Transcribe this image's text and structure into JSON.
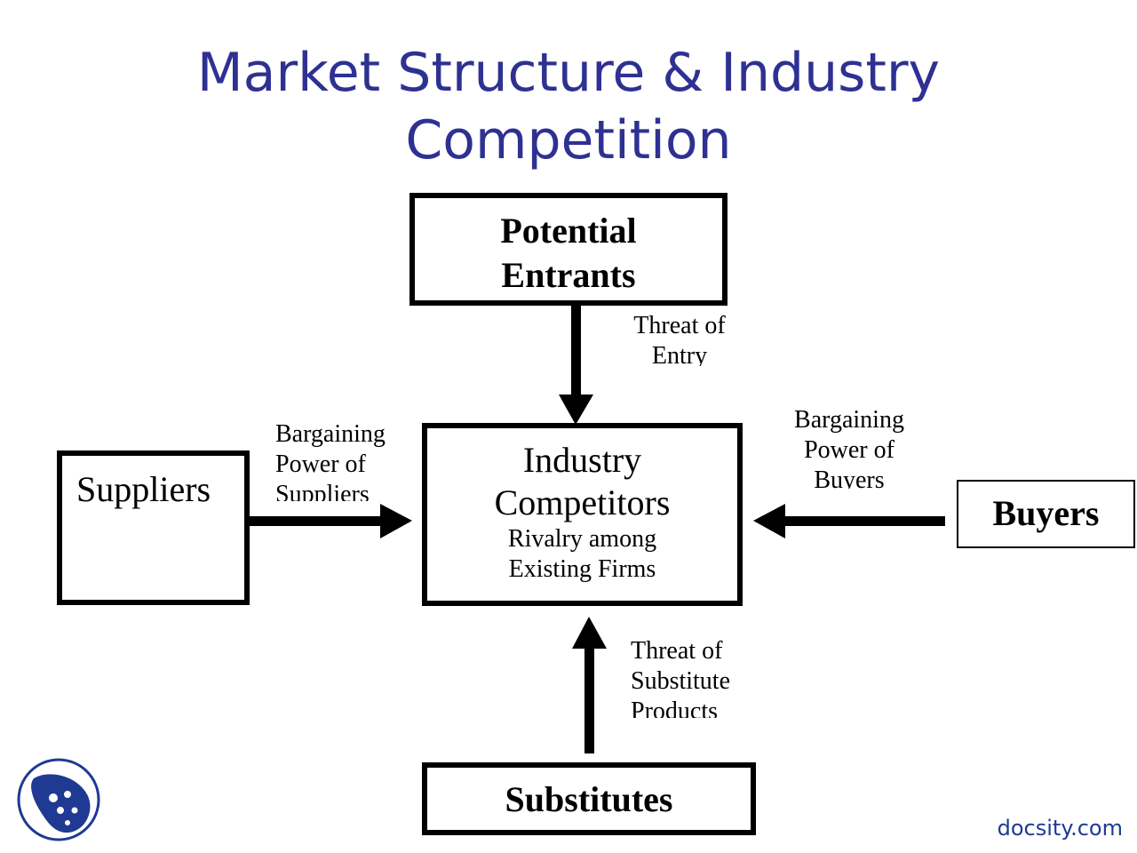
{
  "title": {
    "line1": "Market Structure & Industry",
    "line2": "Competition"
  },
  "boxes": {
    "potential_entrants": {
      "line1": "Potential",
      "line2": "Entrants"
    },
    "industry_competitors": {
      "line1": "Industry",
      "line2": "Competitors",
      "line3": "Rivalry among",
      "line4": "Existing Firms"
    },
    "suppliers": {
      "label": "Suppliers"
    },
    "buyers": {
      "label": "Buyers"
    },
    "substitutes": {
      "label": "Substitutes"
    }
  },
  "forces": {
    "threat_of_entry": {
      "line1": "Threat of",
      "line2": "Entry"
    },
    "supplier_power": {
      "line1": "Bargaining",
      "line2": "Power of",
      "line3": "Suppliers"
    },
    "buyer_power": {
      "line1": "Bargaining",
      "line2": "Power of",
      "line3": "Buyers"
    },
    "threat_of_substitutes": {
      "line1": "Threat of",
      "line2": "Substitute",
      "line3": "Products"
    }
  },
  "brand": {
    "text": "docsity.com"
  },
  "colors": {
    "title": "#2e3192",
    "brand": "#1f3a93",
    "logo": "#1f3a93"
  }
}
